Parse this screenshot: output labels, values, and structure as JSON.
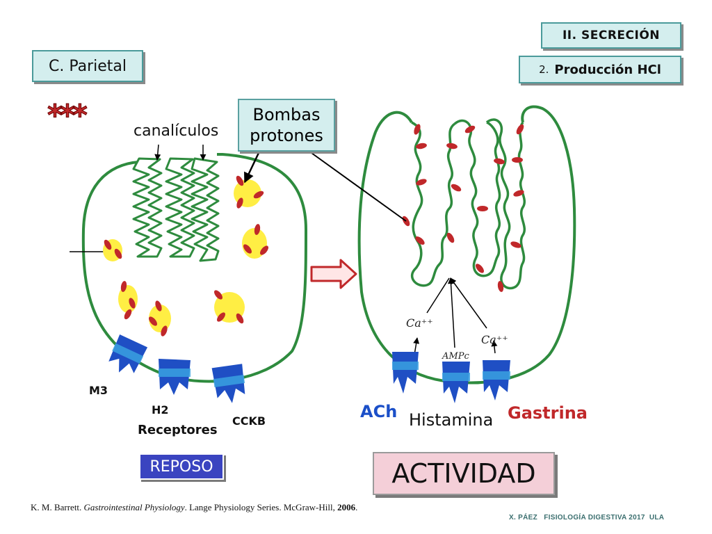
{
  "header": {
    "section": "II. SECRECIÓN",
    "subsection_number": "2.",
    "subsection_title": "Producción HCl"
  },
  "cell_label": "C. Parietal",
  "stars": "***",
  "labels": {
    "canaliculi": "canalículos",
    "pumps": "Bombas\nprotones",
    "m3": "M3",
    "h2": "H2",
    "cckb": "CCKB",
    "receptors": "Receptores",
    "ach": "ACh",
    "histamine": "Histamina",
    "gastrin": "Gastrina",
    "ca1": "Ca⁺⁺",
    "camp": "AMPc",
    "ca2": "Ca⁺⁺"
  },
  "states": {
    "rest": "REPOSO",
    "active": "ACTIVIDAD"
  },
  "reference": {
    "authors": "K. M. Barrett.",
    "book": "Gastrointestinal Physiology",
    "series": ". Lange Physiology Series. McGraw-Hill, ",
    "year": "2006",
    "end": "."
  },
  "credit": "X. PÁEZ   FISIOLOGÍA DIGESTIVA 2017  ULA",
  "colors": {
    "membrane": "#2e8b3e",
    "vesicle": "#ffee44",
    "pump": "#c0282a",
    "receptor": "#1f4fc4",
    "receptor_band": "#3aa0e0",
    "ach": "#1b4fc8",
    "gastrin": "#c0282a",
    "tag_bg": "#d4eeee",
    "rest_bg": "#3a44c0",
    "active_bg": "#f4cfd8"
  }
}
